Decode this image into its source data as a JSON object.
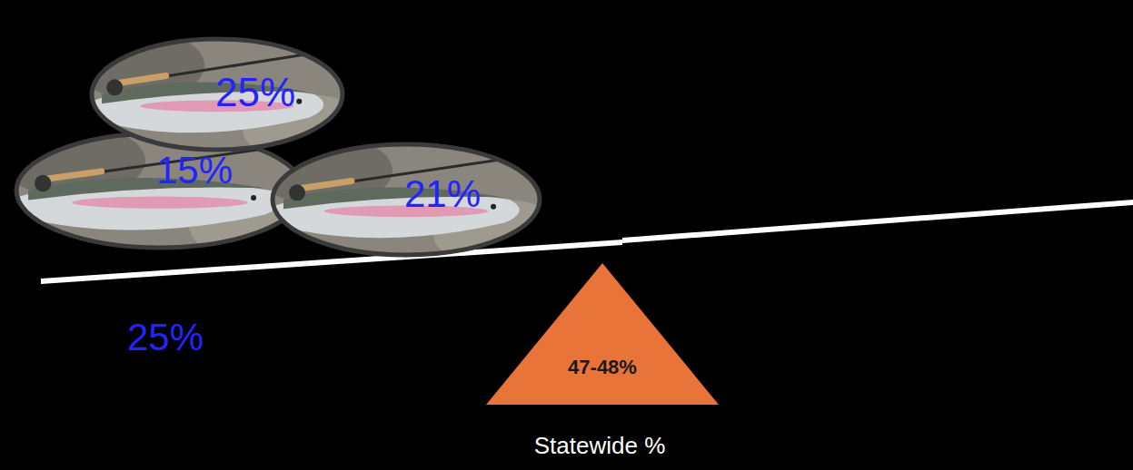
{
  "diagram": {
    "nodes": [
      {
        "text": [
          "25%"
        ]
      },
      {
        "text": [
          "15%"
        ]
      },
      {
        "text": [
          "21%"
        ]
      },
      {
        "text": [
          "47-48%"
        ]
      }
    ],
    "labels": [
      "25%",
      "Statewide %"
    ]
  }
}
